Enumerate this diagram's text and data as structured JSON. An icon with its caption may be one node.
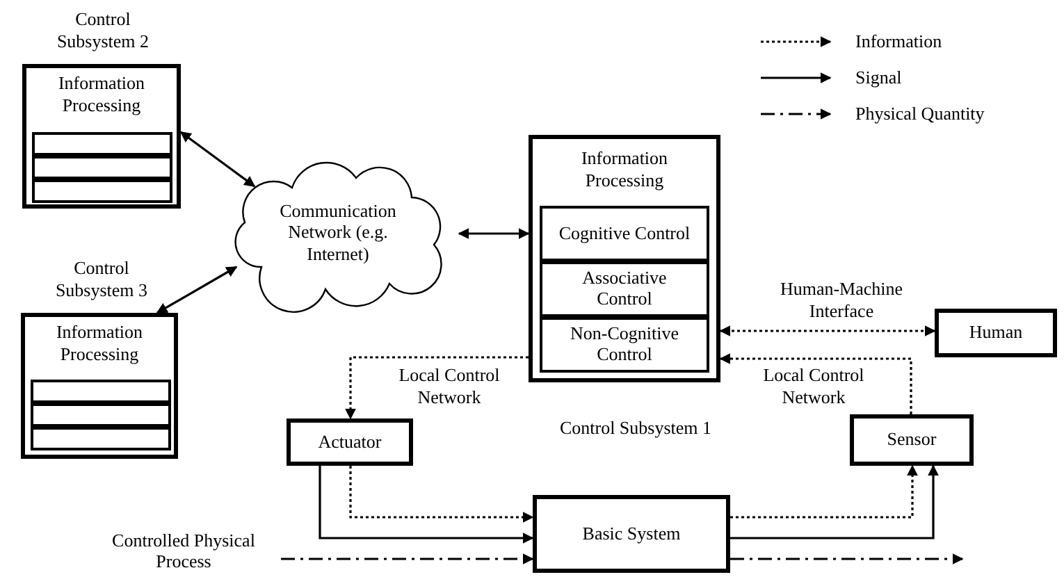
{
  "diagram": {
    "nodes": [
      {
        "text": [
          "Control Subsystem 2",
          "Information Processing"
        ]
      },
      {
        "text": [],
        "shape": "box",
        "in": 0
      },
      {
        "text": [],
        "shape": "box",
        "in": 0
      },
      {
        "text": [],
        "shape": "box",
        "in": 0
      },
      {
        "text": [
          "Control Subsystem 3",
          "Information Processing"
        ]
      },
      {
        "text": [],
        "shape": "box",
        "in": 4
      },
      {
        "text": [],
        "shape": "box",
        "in": 4
      },
      {
        "text": [],
        "shape": "box",
        "in": 4
      },
      {
        "text": [
          "Communication Network (e.g. Internet)"
        ]
      },
      {
        "text": [
          "Information Processing"
        ]
      },
      {
        "text": [
          "Cognitive Control"
        ],
        "in": 9
      },
      {
        "text": [
          "Associative Control"
        ],
        "in": 9
      },
      {
        "text": [
          "Non-Cognitive Control"
        ],
        "in": 9
      },
      {
        "text": [
          "Human"
        ]
      },
      {
        "text": [
          "Actuator"
        ]
      },
      {
        "text": [
          "Sensor"
        ]
      },
      {
        "text": [
          "Basic System"
        ]
      },
      {
        "text": [
          "Controlled Physical Process"
        ]
      }
    ],
    "edges": [
      {
        "from": 0,
        "to": 8,
        "arrow": "both"
      },
      {
        "from": 4,
        "to": 8,
        "arrow": "both"
      },
      {
        "from": 8,
        "to": 9,
        "arrow": "both"
      },
      {
        "from": 9,
        "to": 13,
        "arrow": "both",
        "label": "Human-Machine Interface",
        "style": "dashed"
      },
      {
        "from": 9,
        "to": 14,
        "arrow": "to",
        "label": "Local Control Network",
        "style": "dashed"
      },
      {
        "from": 15,
        "to": 9,
        "arrow": "to",
        "label": "Local Control Network",
        "style": "dashed"
      },
      {
        "from": 14,
        "to": 16,
        "arrow": "to",
        "style": "dashed"
      },
      {
        "from": 14,
        "to": 16,
        "arrow": "to"
      },
      {
        "from": 16,
        "to": 15,
        "arrow": "to",
        "style": "dashed"
      },
      {
        "from": 16,
        "to": 15,
        "arrow": "to"
      },
      {
        "from": 17,
        "to": 16,
        "arrow": "to",
        "style": "dashed"
      },
      {
        "from": 16,
        "to": null,
        "arrow": "to",
        "style": "dashed"
      }
    ],
    "labels": [
      "Control Subsystem 1"
    ],
    "legend": [
      {
        "text": "Information"
      },
      {
        "text": "Signal"
      },
      {
        "text": "Physical Quantity"
      }
    ]
  }
}
